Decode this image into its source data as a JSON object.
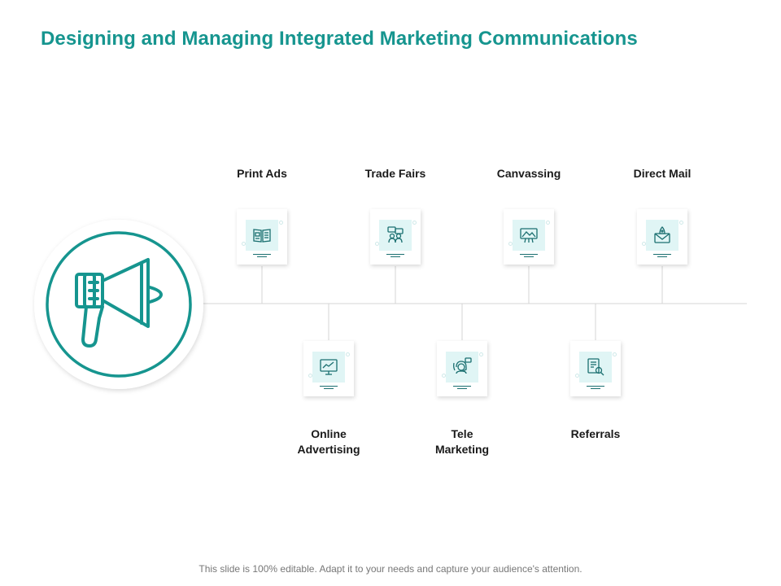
{
  "title": "Designing and Managing Integrated Marketing Communications",
  "footer": "This slide is 100% editable. Adapt it to your needs and capture your audience's attention.",
  "colors": {
    "accent": "#16958f",
    "connector": "#d4d4d4",
    "icon_fill": "#e0f5f5"
  },
  "hub": {
    "icon": "megaphone-icon"
  },
  "top_items": [
    {
      "label": "Print Ads",
      "icon": "newspaper-icon"
    },
    {
      "label": "Trade Fairs",
      "icon": "people-chat-icon"
    },
    {
      "label": "Canvassing",
      "icon": "billboard-icon"
    },
    {
      "label": "Direct Mail",
      "icon": "mail-rocket-icon"
    }
  ],
  "bottom_items": [
    {
      "label": "Online\nAdvertising",
      "icon": "monitor-chart-icon"
    },
    {
      "label": "Tele\nMarketing",
      "icon": "headset-agent-icon"
    },
    {
      "label": "Referrals",
      "icon": "document-search-icon"
    }
  ]
}
